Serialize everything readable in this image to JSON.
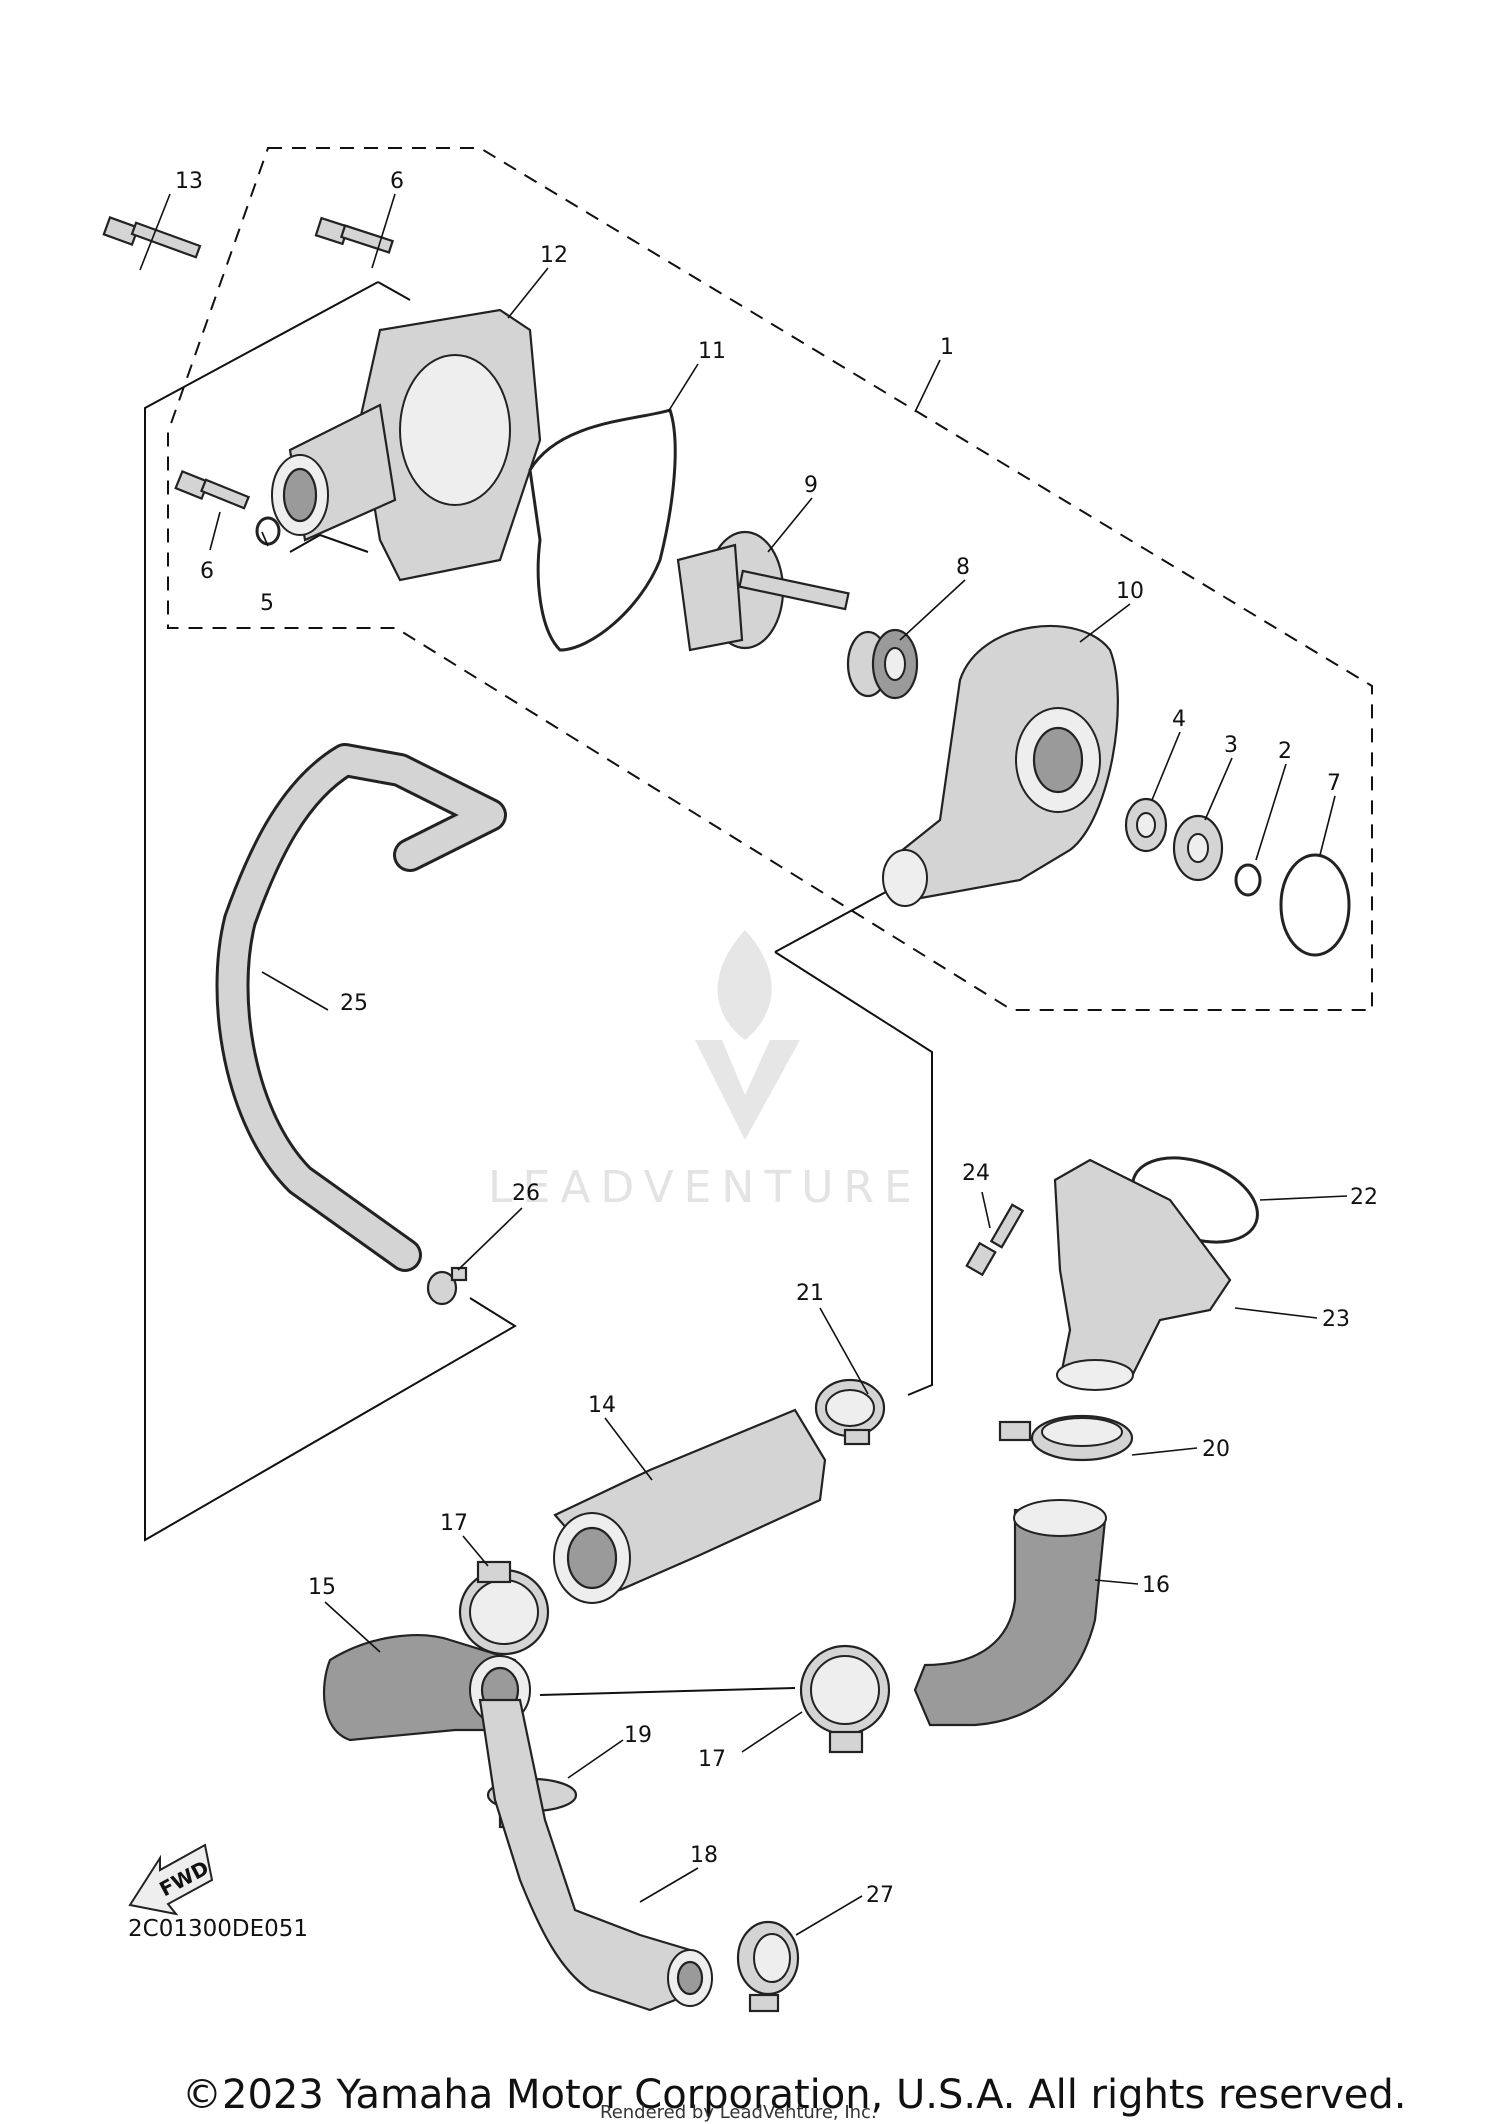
{
  "diagram": {
    "code": "2C01300DE051",
    "fwd_label": "FWD",
    "watermark": "LEADVENTURE",
    "callouts": [
      "13",
      "6",
      "12",
      "11",
      "1",
      "9",
      "6",
      "5",
      "8",
      "10",
      "4",
      "3",
      "2",
      "7",
      "25",
      "24",
      "22",
      "26",
      "23",
      "21",
      "14",
      "20",
      "17",
      "16",
      "15",
      "17",
      "19",
      "18",
      "27"
    ]
  },
  "footer": {
    "copyright": "©2023 Yamaha Motor Corporation, U.S.A. All rights reserved.",
    "rendered_by": "Rendered by LeadVenture, Inc."
  }
}
